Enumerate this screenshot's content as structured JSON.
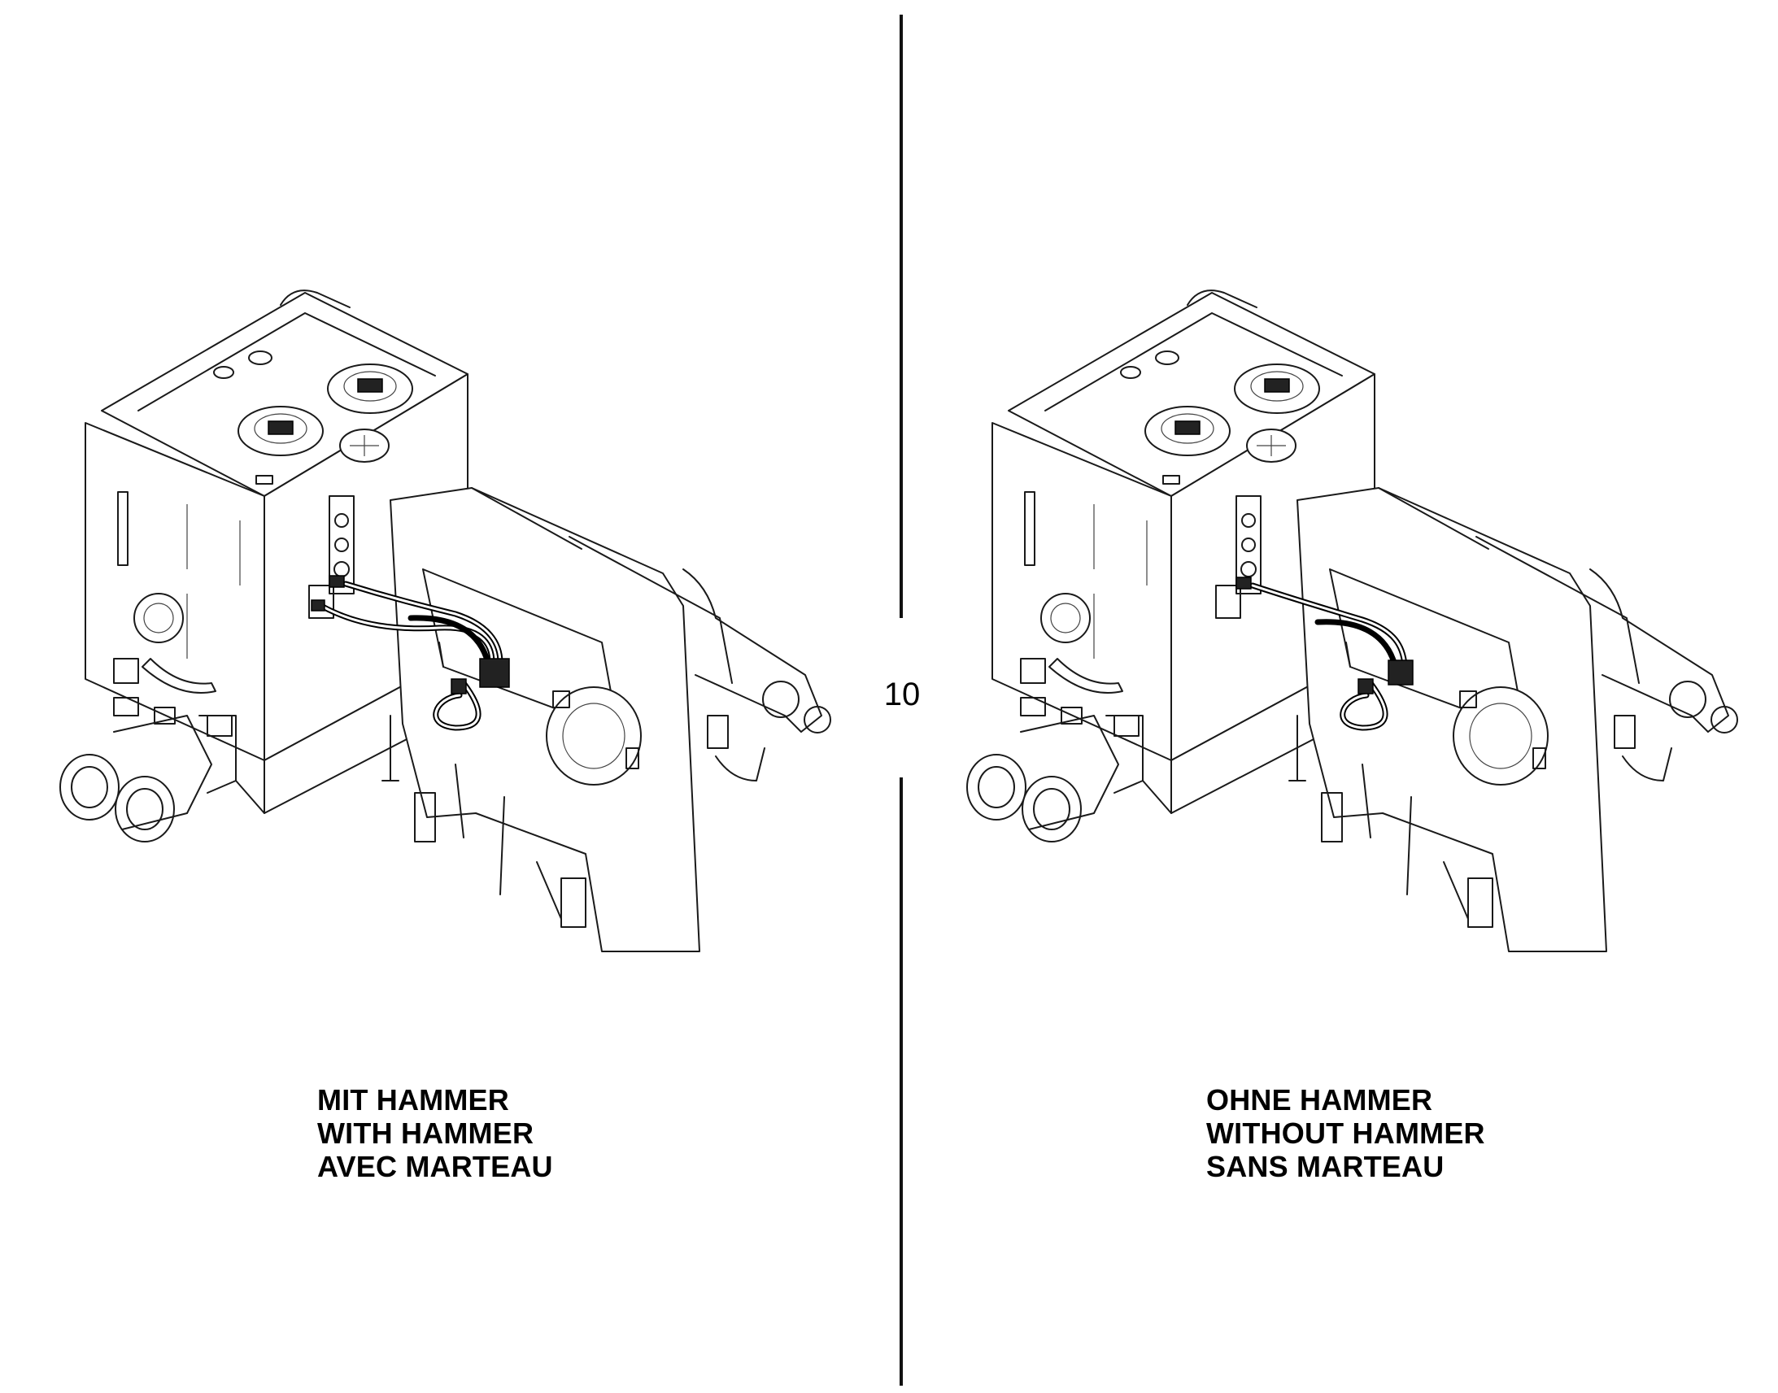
{
  "callout": "10",
  "left_panel": {
    "caption_lines": [
      "MIT HAMMER",
      "WITH HAMMER",
      "AVEC MARTEAU"
    ]
  },
  "right_panel": {
    "caption_lines": [
      "OHNE HAMMER",
      "WITHOUT HAMMER",
      "SANS MARTEAU"
    ]
  },
  "icons": {
    "left_drawing": "machine-assembly-with-hammer",
    "right_drawing": "machine-assembly-without-hammer"
  }
}
